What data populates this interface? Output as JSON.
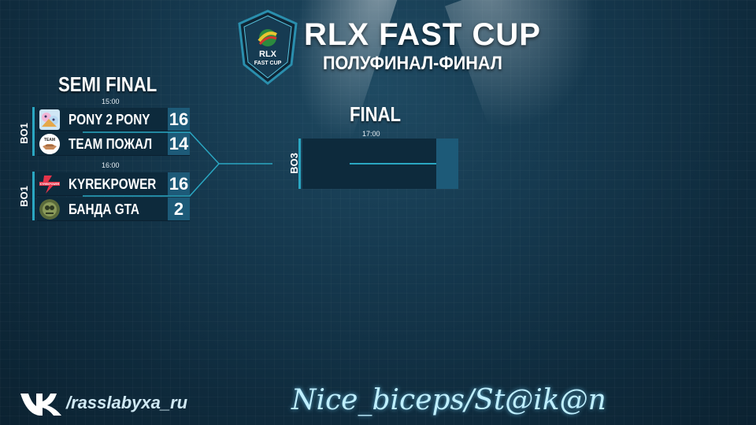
{
  "header": {
    "logo_text_line1": "RLX",
    "logo_text_line2": "FAST CUP",
    "title": "RLX FAST CUP",
    "subtitle": "ПОЛУФИНАЛ-ФИНАЛ"
  },
  "semi_final": {
    "title": "SEMI FINAL",
    "matches": [
      {
        "time": "15:00",
        "format": "BO1",
        "teams": [
          {
            "name": "PONY 2 PONY",
            "score": "16",
            "logo_icon": "pony-logo-icon"
          },
          {
            "name": "TEAM ПОЖАЛ",
            "score": "14",
            "logo_icon": "team-handshake-logo-icon",
            "logo_text": "TEAM"
          }
        ]
      },
      {
        "time": "16:00",
        "format": "BO1",
        "teams": [
          {
            "name": "KYREKPOWER",
            "score": "16",
            "logo_icon": "kyrekpower-logo-icon",
            "logo_text": "KYREKPOWER"
          },
          {
            "name": "БАНДА GTA",
            "score": "2",
            "logo_icon": "banda-gta-logo-icon"
          }
        ]
      }
    ]
  },
  "final": {
    "title": "FINAL",
    "time": "17:00",
    "format": "BO3"
  },
  "footer": {
    "social_icon": "vk-icon",
    "handle": "/rasslabyxa_ru",
    "credit": "Nice_biceps/St@ik@n"
  },
  "colors": {
    "accent": "#2aa7c2",
    "score_bg": "#1d5a78",
    "box_bg": "#0d2a3c",
    "kyrek_red": "#e5344a"
  }
}
